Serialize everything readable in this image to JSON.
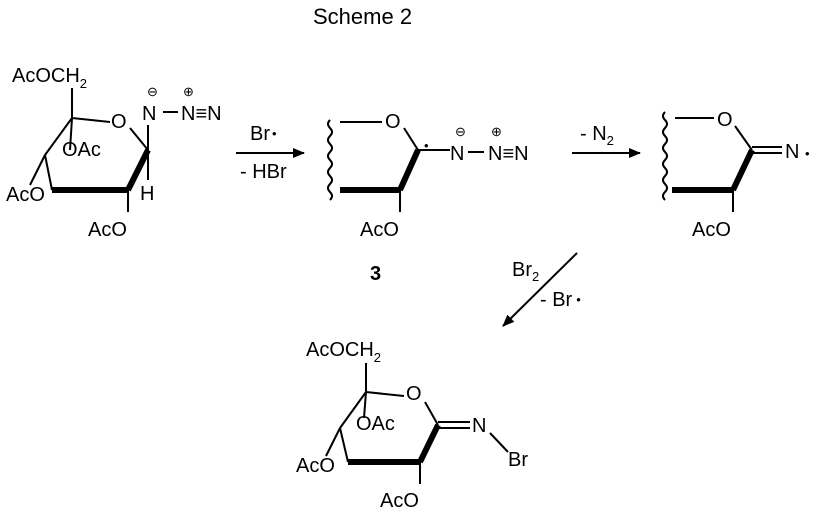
{
  "title": "Scheme 2",
  "compound_number": "3",
  "labels": {
    "acoch2": "AcOCH",
    "ch2_sub": "2",
    "oac": "OAc",
    "aco": "AcO",
    "ring_o": "O",
    "h": "H",
    "azide_n": "N",
    "azide_dash": "–",
    "azide_nn": "N≡N",
    "minus": "⊖",
    "plus": "⊕",
    "imine_n": "N",
    "br": "Br"
  },
  "reagents": {
    "step1_top": "Br",
    "step1_bottom": "- HBr",
    "step2_top": "- N",
    "step2_sub": "2",
    "step3_top": "Br",
    "step3_sub": "2",
    "step3_bottom": "- Br"
  },
  "radical_dot": "•"
}
